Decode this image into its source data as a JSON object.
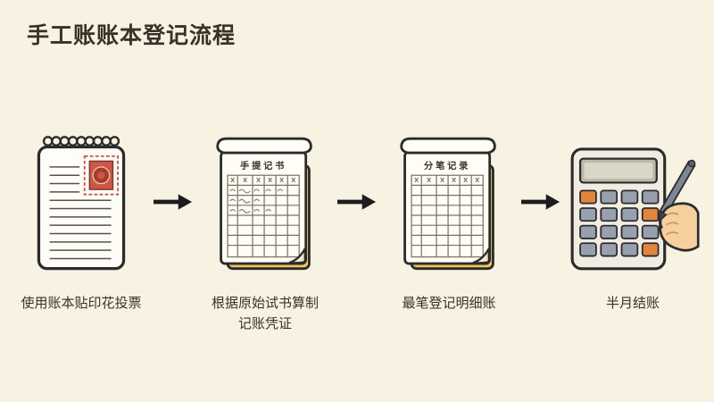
{
  "page": {
    "title": "手工账账本登记流程"
  },
  "colors": {
    "background": "#f7f2e2",
    "text": "#3a3128",
    "arrow": "#1c1c1c",
    "stamp_red": "#c9574a",
    "ledger_yellow": "#eec45f",
    "button_orange": "#e2853c",
    "button_gray": "#98a0af",
    "hand_skin": "#f7cf9e"
  },
  "steps": [
    {
      "caption": "使用账本贴印花投票"
    },
    {
      "book_title": "手提记书",
      "caption": "根据原始试书算制\n记账凭证"
    },
    {
      "book_title": "分笔记录",
      "caption": "最笔登记明细账"
    },
    {
      "caption": "半月结账"
    }
  ]
}
